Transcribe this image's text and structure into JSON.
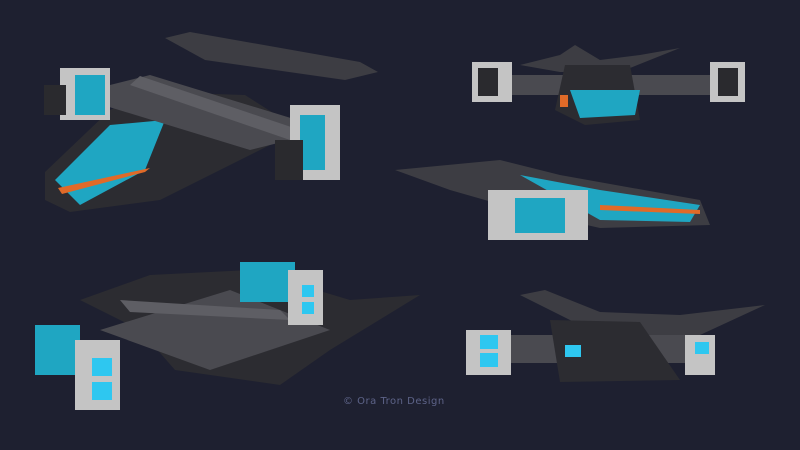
{
  "watermark": "© Ora Tron Design",
  "colors": {
    "background": "#1e2030",
    "hull": "#4a4a50",
    "hull_dark": "#2c2c31",
    "panel_light": "#c4c4c4",
    "accent_cyan": "#1fa6c2",
    "accent_orange": "#e06a28",
    "light_blue": "#2ec7f0"
  },
  "views": [
    "perspective-front",
    "top",
    "side",
    "perspective-rear",
    "rear"
  ]
}
